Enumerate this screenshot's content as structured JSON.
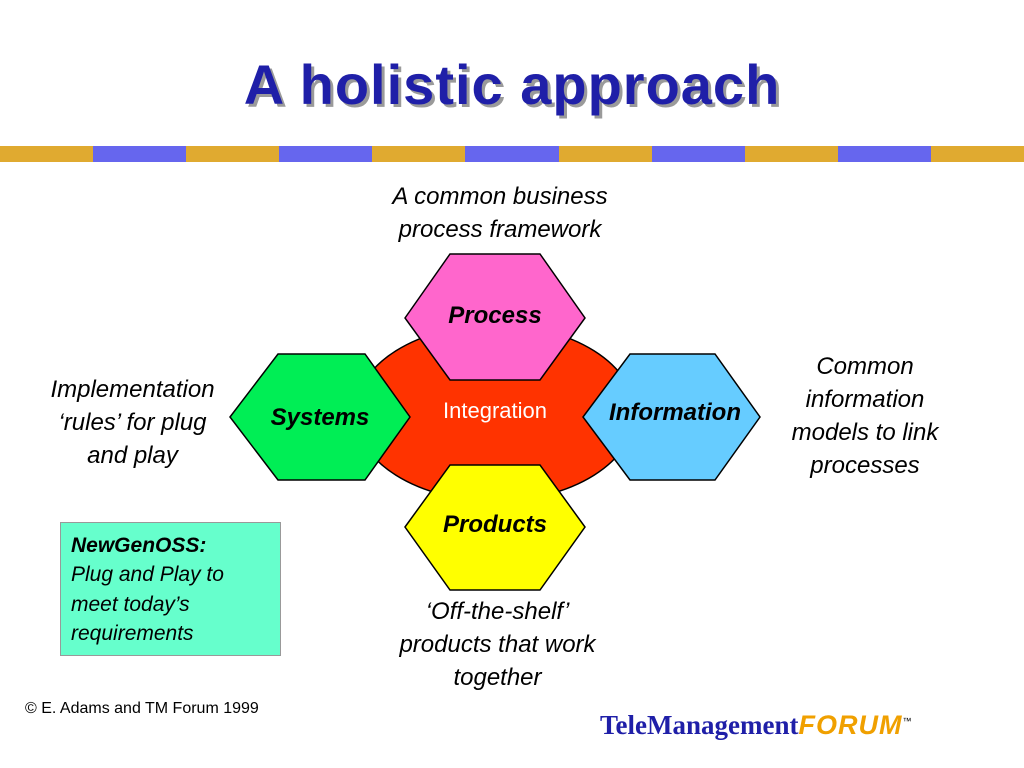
{
  "slide": {
    "title": "A holistic approach",
    "stripe_colors": [
      "#e0aa30",
      "#6666ee",
      "#e0aa30",
      "#6666ee",
      "#e0aa30",
      "#6666ee",
      "#e0aa30",
      "#6666ee",
      "#e0aa30",
      "#6666ee",
      "#e0aa30"
    ]
  },
  "captions": {
    "top": [
      "A common business",
      "process framework"
    ],
    "left": [
      "Implementation",
      "‘rules’ for plug",
      "and play"
    ],
    "right": [
      "Common",
      "information",
      "models to link",
      "processes"
    ],
    "bottom": [
      "‘Off-the-shelf’",
      "products that work",
      "together"
    ]
  },
  "diagram": {
    "center_label": "Integration",
    "hexes": {
      "process": {
        "label": "Process",
        "color": "#ff66cc"
      },
      "systems": {
        "label": "Systems",
        "color": "#00ee55"
      },
      "information": {
        "label": "Information",
        "color": "#66ccff"
      },
      "products": {
        "label": "Products",
        "color": "#ffff00"
      }
    },
    "center_color": "#ff3300"
  },
  "newgenoss": {
    "title": "NewGenOSS:",
    "body": "Plug and Play to meet today’s requirements"
  },
  "footer": {
    "copyright": "© E. Adams and TM Forum 1999",
    "logo_tele": "TeleManagement",
    "logo_forum": "FORUM",
    "logo_tm": "™"
  }
}
